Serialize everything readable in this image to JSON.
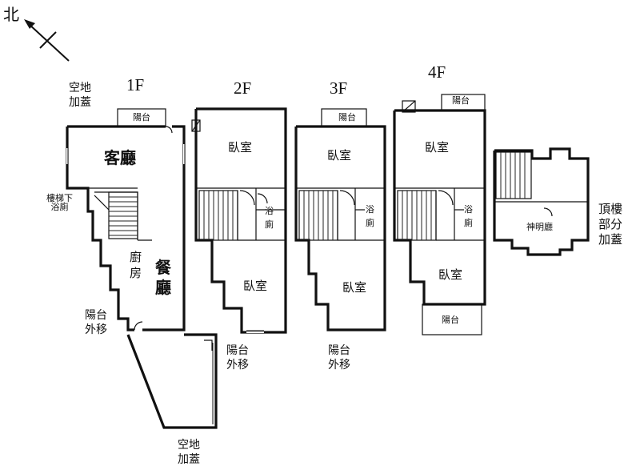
{
  "compass": {
    "label": "北",
    "icon": "north-arrow-icon"
  },
  "floors": [
    {
      "id": "1F",
      "label": "1F"
    },
    {
      "id": "2F",
      "label": "2F"
    },
    {
      "id": "3F",
      "label": "3F"
    },
    {
      "id": "4F",
      "label": "4F"
    }
  ],
  "f1": {
    "note_top": "空地\n加蓋",
    "balcony": "陽台",
    "living": "客廳",
    "stair_bath": "樓梯下\n浴廁",
    "kitchen": "廚\n房",
    "dining": "餐\n廳",
    "balcony_moved": "陽台\n外移",
    "note_bottom": "空地\n加蓋"
  },
  "f2": {
    "bedroom_top": "臥室",
    "bath": "浴\n廁",
    "bedroom_bottom": "臥室",
    "balcony_moved": "陽台\n外移"
  },
  "f3": {
    "balcony": "陽台",
    "bedroom_top": "臥室",
    "bath": "浴\n廁",
    "bedroom_bottom": "臥室",
    "balcony_moved": "陽台\n外移"
  },
  "f4": {
    "balcony_top": "陽台",
    "bedroom_top": "臥室",
    "bath": "浴\n廁",
    "bedroom_bottom": "臥室",
    "balcony_bottom": "陽台"
  },
  "roof": {
    "shrine": "神明廳",
    "note": "頂樓\n部分\n加蓋"
  }
}
